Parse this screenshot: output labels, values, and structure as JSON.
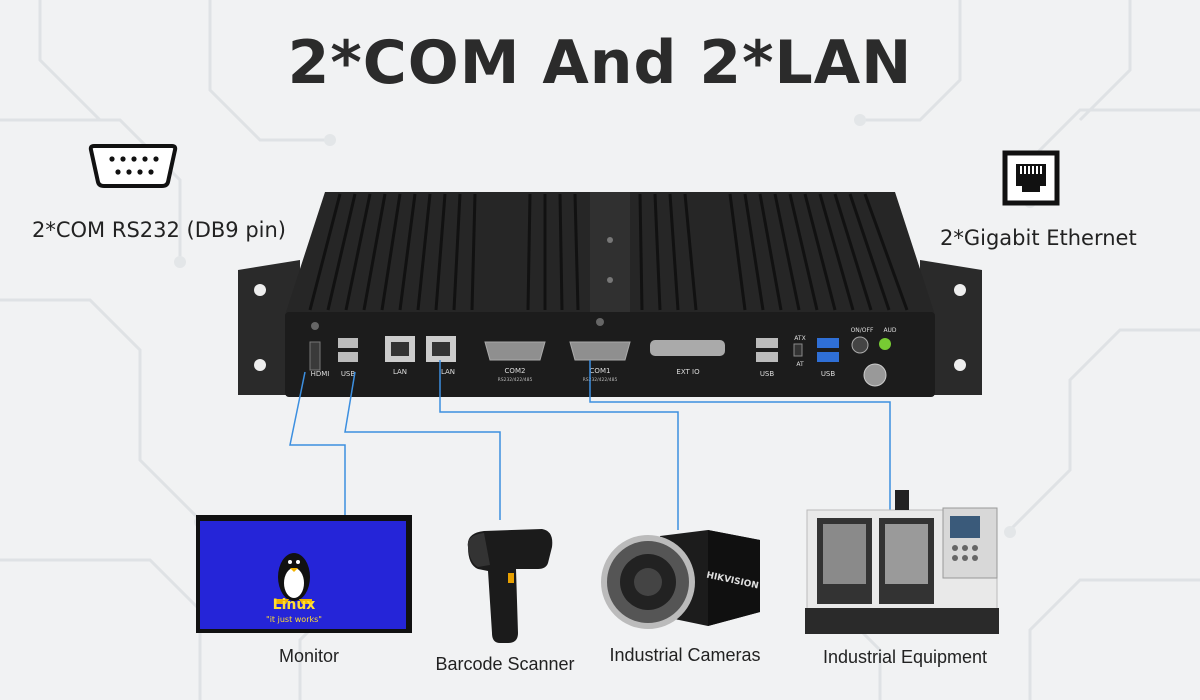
{
  "title": "2*COM And 2*LAN",
  "features": {
    "com": {
      "label": "2*COM RS232 (DB9 pin)",
      "icon": "db9-connector-icon"
    },
    "lan": {
      "label": "2*Gigabit Ethernet",
      "icon": "rj45-port-icon"
    }
  },
  "device_ports": {
    "hdmi": "HDMI",
    "usb1": "USB",
    "lan1": "LAN",
    "lan2": "LAN",
    "com2": "COM2",
    "com2_sub": "RS232/422/485",
    "com1": "COM1",
    "com1_sub": "RS232/422/485",
    "extio": "EXT IO",
    "usb2": "USB",
    "usb3": "USB",
    "atx": "ATX",
    "at": "AT",
    "onoff": "ON/OFF",
    "aud": "AUD"
  },
  "monitor_screen": {
    "os": "Linux",
    "tagline": "\"it just works\""
  },
  "camera_brand": "HIKVISION",
  "peripherals": [
    {
      "label": "Monitor"
    },
    {
      "label": "Barcode Scanner"
    },
    {
      "label": "Industrial Cameras"
    },
    {
      "label": "Industrial Equipment"
    }
  ],
  "colors": {
    "connector_line": "#3c8fe0",
    "device_body": "#1e1e1e",
    "background": "#f1f2f3"
  }
}
